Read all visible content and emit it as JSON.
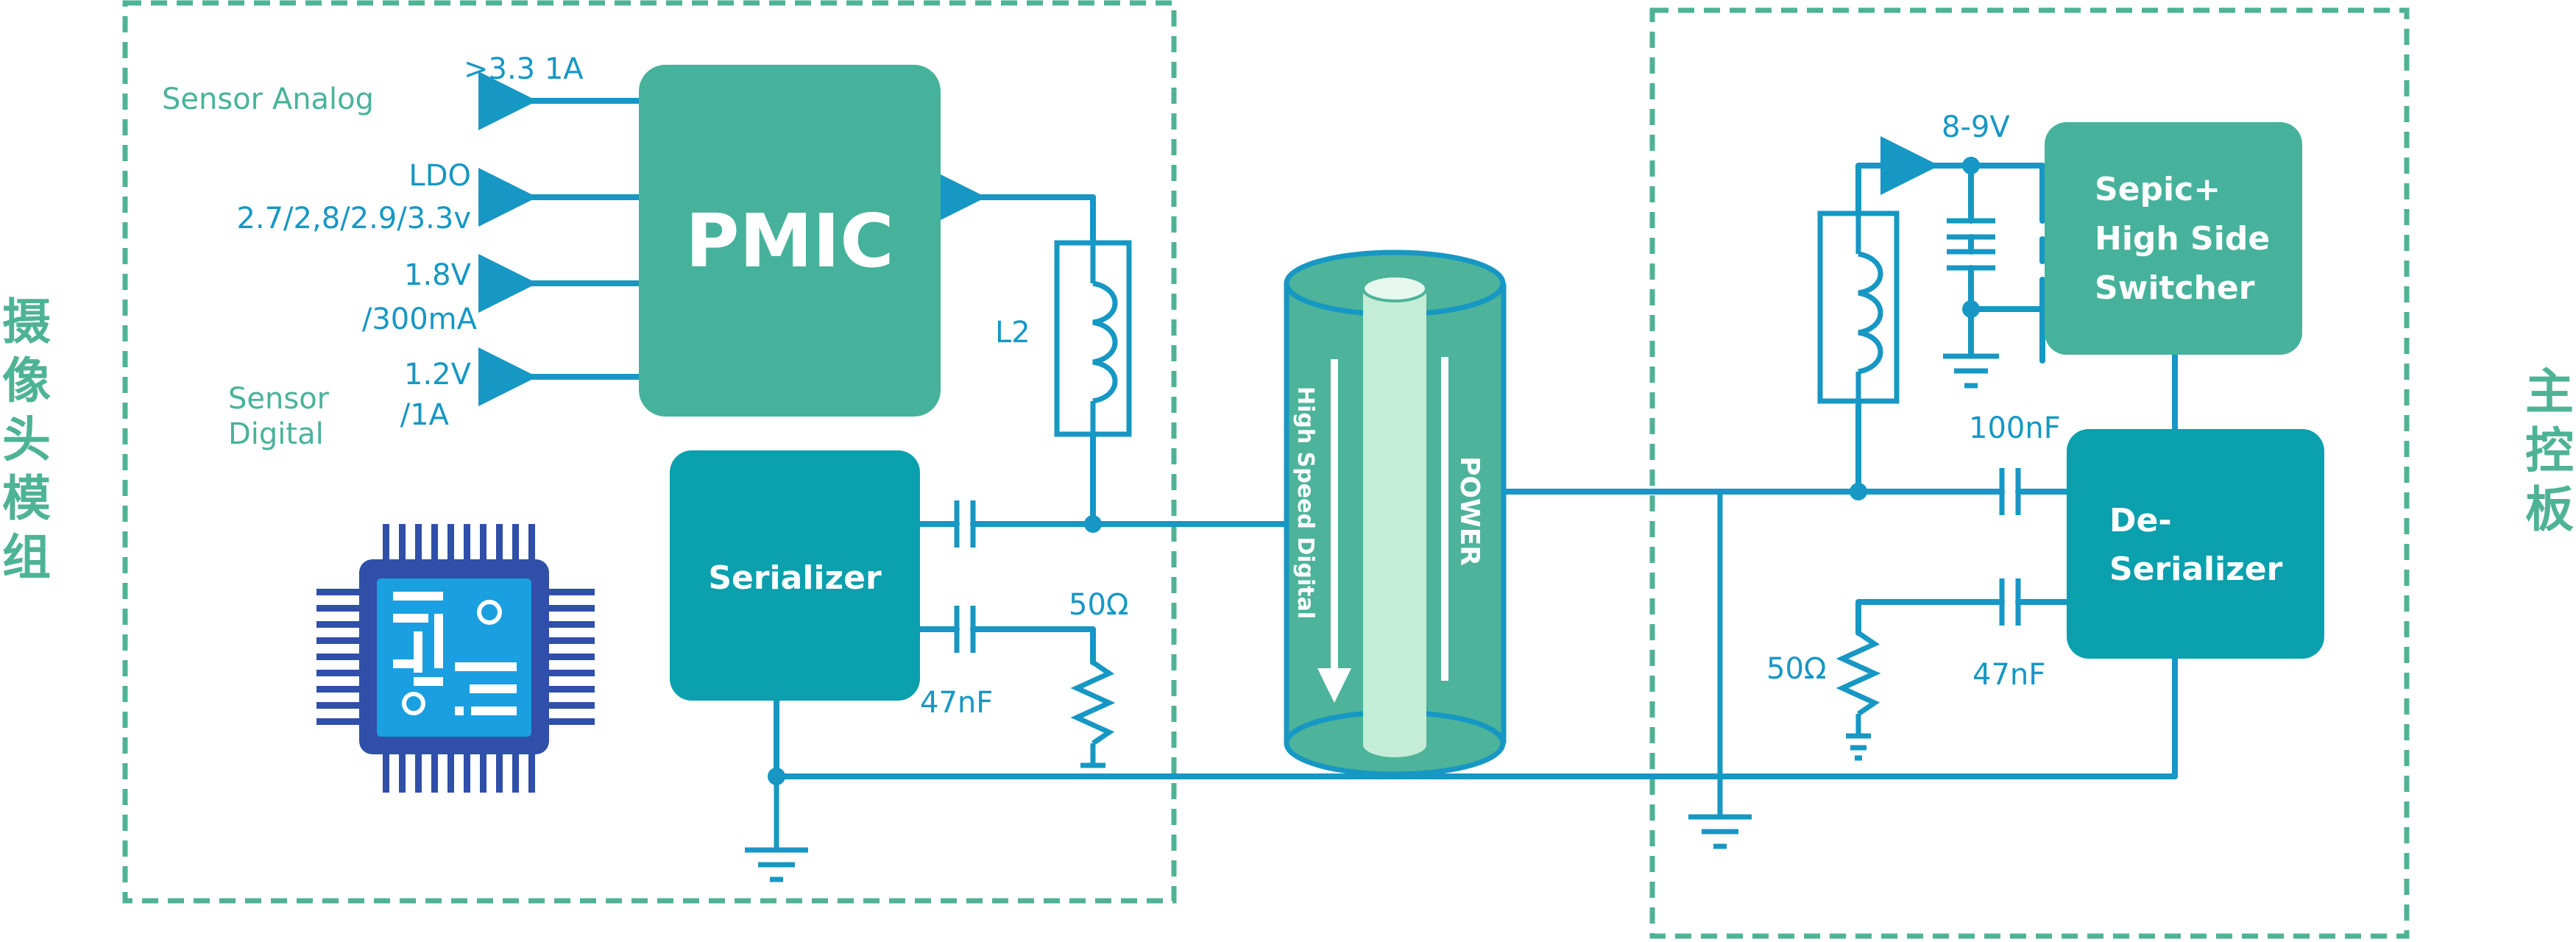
{
  "colors": {
    "wire": "#1697c4",
    "border": "#4eb394",
    "block_green": "#46b29b",
    "block_teal": "#0aa0ad",
    "cable_body": "#4db39a",
    "cable_core": "#c5ecd7",
    "chip_pins": "#2f4fa8",
    "chip_face": "#1a9fe0"
  },
  "side_labels": {
    "camera_module": [
      "摄",
      "像",
      "头",
      "模",
      "组"
    ],
    "main_board": [
      "主",
      "控",
      "板"
    ]
  },
  "blocks": {
    "pmic": "PMIC",
    "serializer": "Serializer",
    "sepic": [
      "Sepic+",
      "High Side",
      "Switcher"
    ],
    "deserializer": [
      "De-",
      "Serializer"
    ]
  },
  "pmic_outputs": {
    "sensor_analog": "Sensor Analog",
    "out1": ">3.3  1A",
    "ldo": "LDO",
    "ldo_values": "2.7/2,8/2.9/3.3v",
    "v18": "1.8V",
    "v18_current": "/300mA",
    "v12": "1.2V",
    "v12_current": "/1A",
    "sensor": "Sensor",
    "digital": "Digital"
  },
  "components": {
    "l2": "L2",
    "r_left": "50Ω",
    "c_left": "47nF",
    "v_supply": "8-9V",
    "c_top_right": "100nF",
    "r_right": "50Ω",
    "c_bottom_right": "47nF"
  },
  "cable": {
    "high_speed": "High Speed Digital",
    "power": "POWER"
  }
}
